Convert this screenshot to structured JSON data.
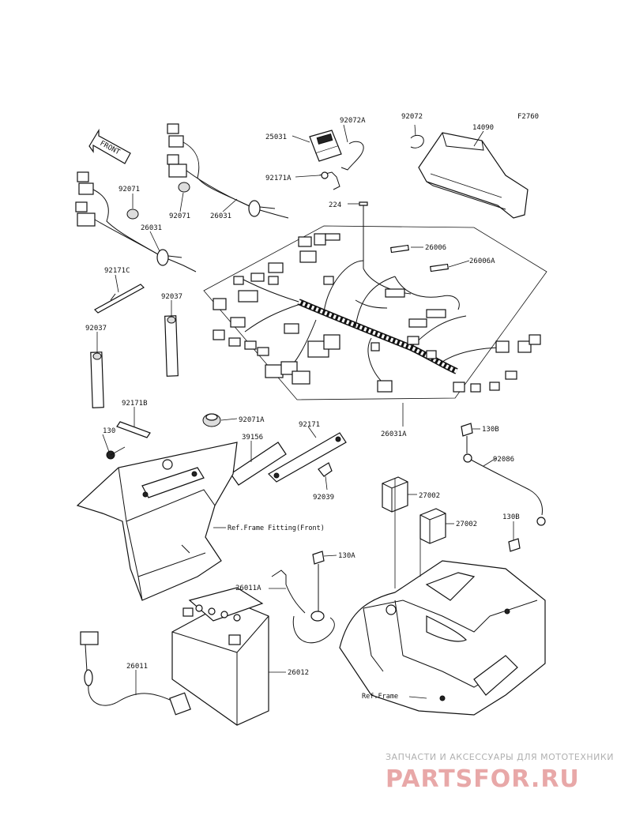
{
  "diagram": {
    "code": "F2760",
    "front_label": "FRONT",
    "parts": {
      "p92072A": "92072A",
      "p92072": "92072",
      "p14090": "14090",
      "p25031": "25031",
      "p92171A": "92171A",
      "p92071_a": "92071",
      "p92071_b": "92071",
      "p26031_a": "26031",
      "p26031_b": "26031",
      "p224": "224",
      "p26006": "26006",
      "p26006A": "26006A",
      "p92171C": "92171C",
      "p92037_a": "92037",
      "p92037_b": "92037",
      "p92171B": "92171B",
      "p130": "130",
      "p92071A": "92071A",
      "p92171": "92171",
      "p26031A": "26031A",
      "p130B_a": "130B",
      "p39156": "39156",
      "p92086": "92086",
      "p92039": "92039",
      "p27002_a": "27002",
      "p27002_b": "27002",
      "p130B_b": "130B",
      "p130A": "130A",
      "p26011A": "26011A",
      "p26011": "26011",
      "p26012": "26012"
    },
    "refs": {
      "frame_fitting_front": "Ref.Frame Fitting(Front)",
      "frame": "Ref.Frame"
    }
  },
  "watermark": {
    "tagline": "ЗАПЧАСТИ И АКСЕССУАРЫ ДЛЯ МОТОТЕХНИКИ",
    "logo": "PARTSFOR.RU",
    "color": "#e8a8a8"
  }
}
